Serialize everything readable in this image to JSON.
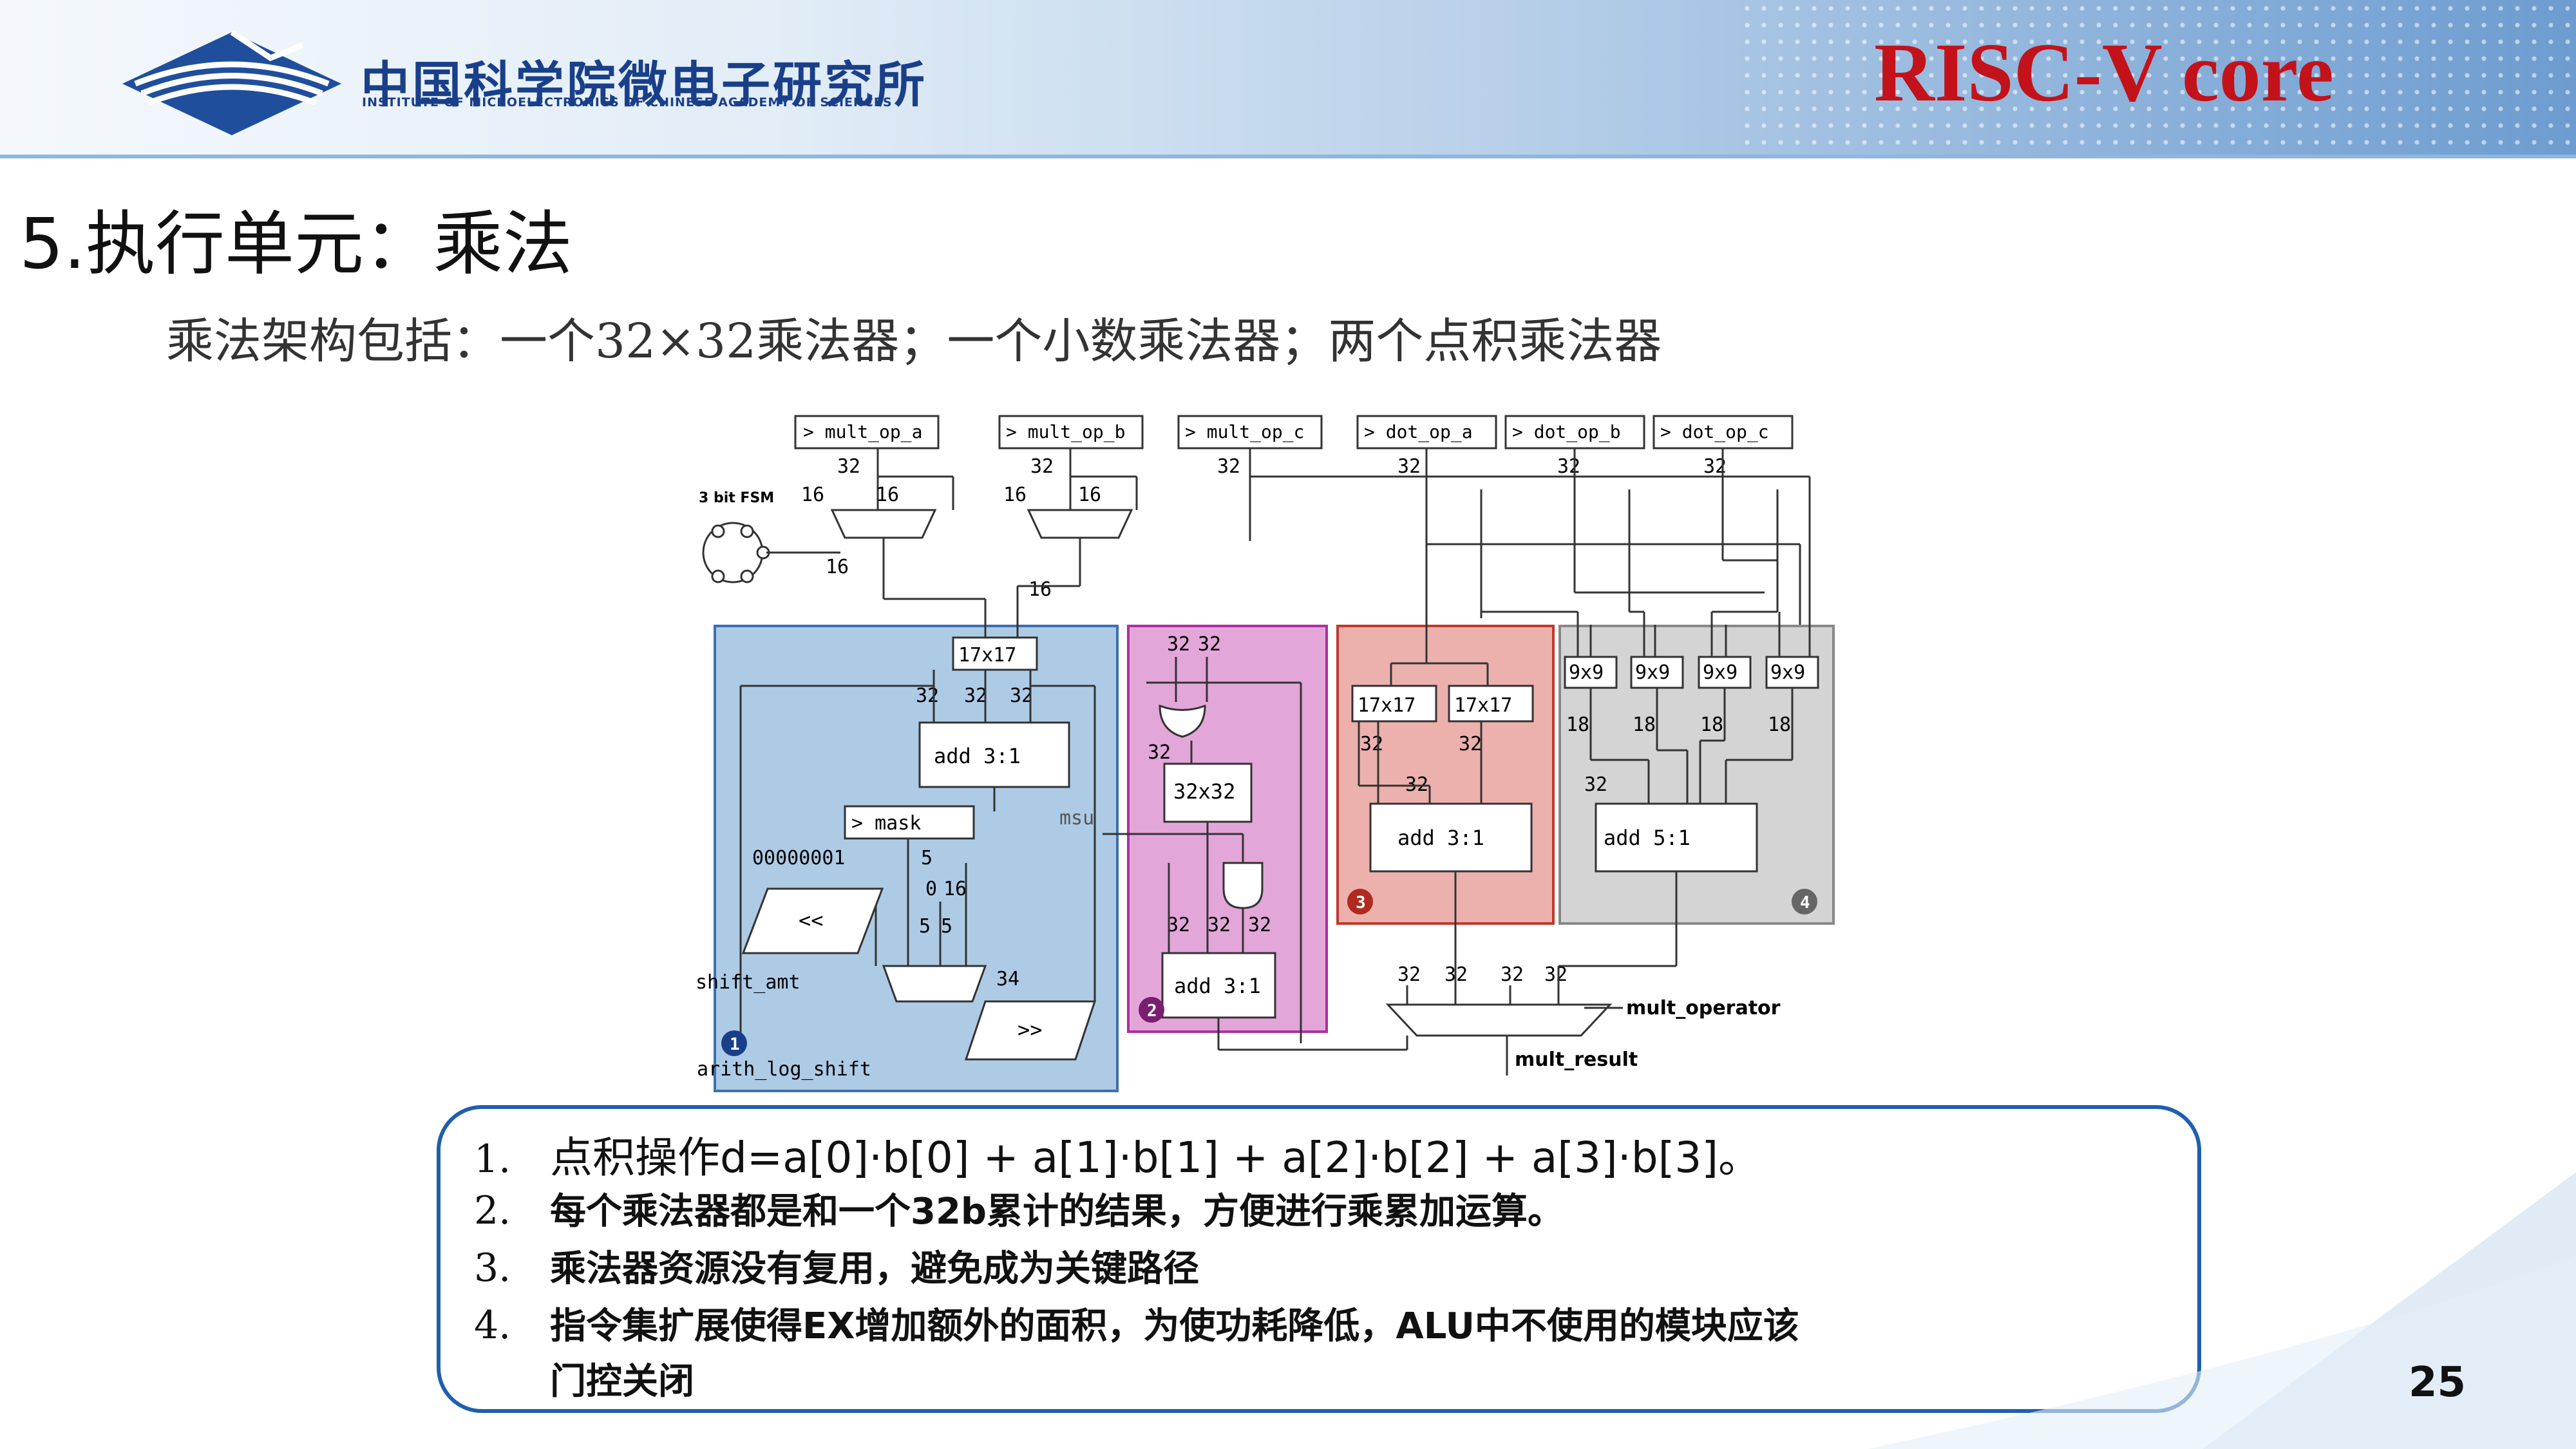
{
  "header": {
    "institute_cn": "中国科学院微电子研究所",
    "institute_en": "INSTITUTE OF MICROELECTRONICS OF CHINESE ACADEMY OF SCIENCES",
    "brand": "RISC-V core",
    "logo_icon": "ime-cas-logo-icon"
  },
  "slide": {
    "title": "5.执行单元：乘法",
    "subtitle": "乘法架构包括：一个32×32乘法器；一个小数乘法器；两个点积乘法器",
    "page_number": "25"
  },
  "diagram": {
    "inputs": [
      "mult_op_a",
      "mult_op_b",
      "mult_op_c",
      "dot_op_a",
      "dot_op_b",
      "dot_op_c"
    ],
    "input_widths": [
      "32",
      "32",
      "32",
      "32",
      "32",
      "32"
    ],
    "fsm_label": "3 bit FSM",
    "mux_widths": [
      "16",
      "16",
      "16",
      "16",
      "16",
      "16"
    ],
    "mul17": "17x17",
    "add31": "add 3:1",
    "add51": "add 5:1",
    "mul32": "32x32",
    "mul9": "9x9",
    "mask": "mask",
    "const": "00000001",
    "shl": "<<",
    "shr": ">>",
    "shift_amt": "shift_amt",
    "arith_log_shift": "arith_log_shift",
    "msu": "msu",
    "mult_operator": "mult_operator",
    "mult_result": "mult_result",
    "w32": "32",
    "w18": "18",
    "w34": "34",
    "w5": "5",
    "w0": "0",
    "w16": "16",
    "badges": [
      "1",
      "2",
      "3",
      "4"
    ],
    "colors": {
      "blue": "#aecbe6",
      "magenta": "#e3a6d9",
      "red": "#ecb1ad",
      "gray": "#d4d4d4"
    }
  },
  "notes": [
    {
      "num": "1.",
      "text": "点积操作d=a[0]·b[0] + a[1]·b[1] + a[2]·b[2] + a[3]·b[3]。"
    },
    {
      "num": "2.",
      "text": "每个乘法器都是和一个32b累计的结果，方便进行乘累加运算。"
    },
    {
      "num": "3.",
      "text": "乘法器资源没有复用，避免成为关键路径"
    },
    {
      "num": "4.",
      "text": "指令集扩展使得EX增加额外的面积，为使功耗降低，ALU中不使用的模块应该"
    },
    {
      "num": "",
      "text": "门控关闭"
    }
  ]
}
